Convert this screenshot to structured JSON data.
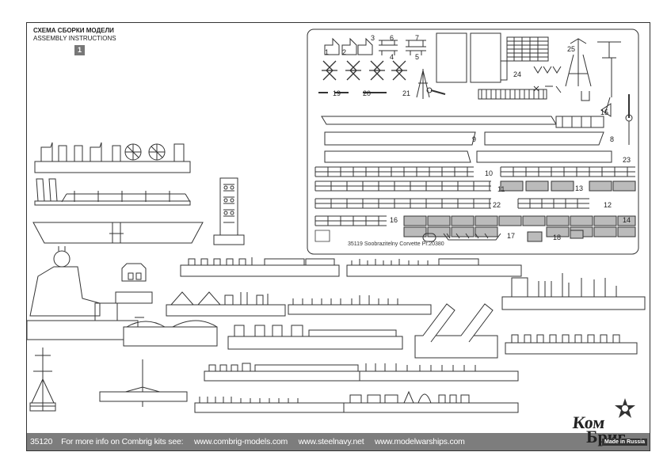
{
  "header": {
    "title_ru": "СХЕМА СБОРКИ МОДЕЛИ",
    "title_en": "ASSEMBLY INSTRUCTIONS",
    "step": "1"
  },
  "photo_etch": {
    "caption": "35119 Soobrazitelny Corvette Pr.20380",
    "part_numbers": [
      "1",
      "2",
      "3",
      "4",
      "5",
      "6",
      "7",
      "8",
      "9",
      "10",
      "11",
      "12",
      "13",
      "14",
      "15",
      "16",
      "17",
      "18",
      "19",
      "20",
      "21",
      "22",
      "23",
      "24",
      "25"
    ]
  },
  "footer": {
    "kit_no": "35120",
    "text": "For more info on Combrig kits see:",
    "url1": "www.combrig-models.com",
    "url2": "www.steelnavy.net",
    "url3": "www.modelwarships.com"
  },
  "logo": {
    "line1": "Ком",
    "line2": "Бриг",
    "made_in": "Made in Russia"
  },
  "colors": {
    "line": "#333333",
    "footer_bg": "#7d7d7d",
    "part_fill": "#bbbbbb"
  }
}
